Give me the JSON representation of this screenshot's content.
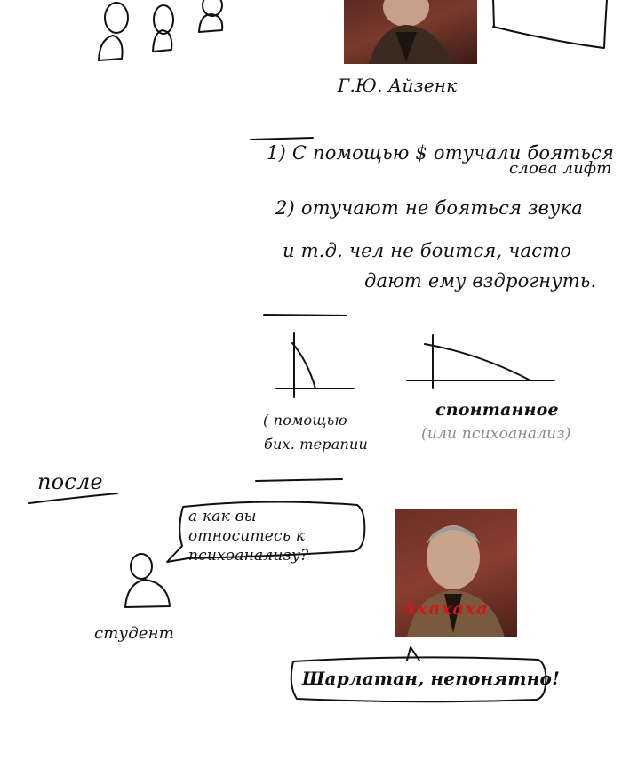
{
  "caption_top_photo": "Г.Ю. Айзенк",
  "notes": {
    "line1a": "1) С помощью $ отучали бояться",
    "line1b": "слова лифт",
    "line2": "2) отучают не бояться звука",
    "line3a": "и т.д. чел не боится, часто",
    "line3b": "дают ему вздрогнуть."
  },
  "graphs": {
    "left_label_1": "( помощью",
    "left_label_2": "бих. терапии",
    "right_label": "спонтанное",
    "right_label_sub": "(или психоанализ)"
  },
  "posle": "после",
  "speech_question": "а как вы относитесь к психоанализу?",
  "student_label": "студент",
  "photo_red_text": "Ахахаха",
  "reply": "Шарлатан, непонятно!",
  "colors": {
    "ink": "#111111",
    "red": "#d01818",
    "grey": "#8a8a8a"
  }
}
